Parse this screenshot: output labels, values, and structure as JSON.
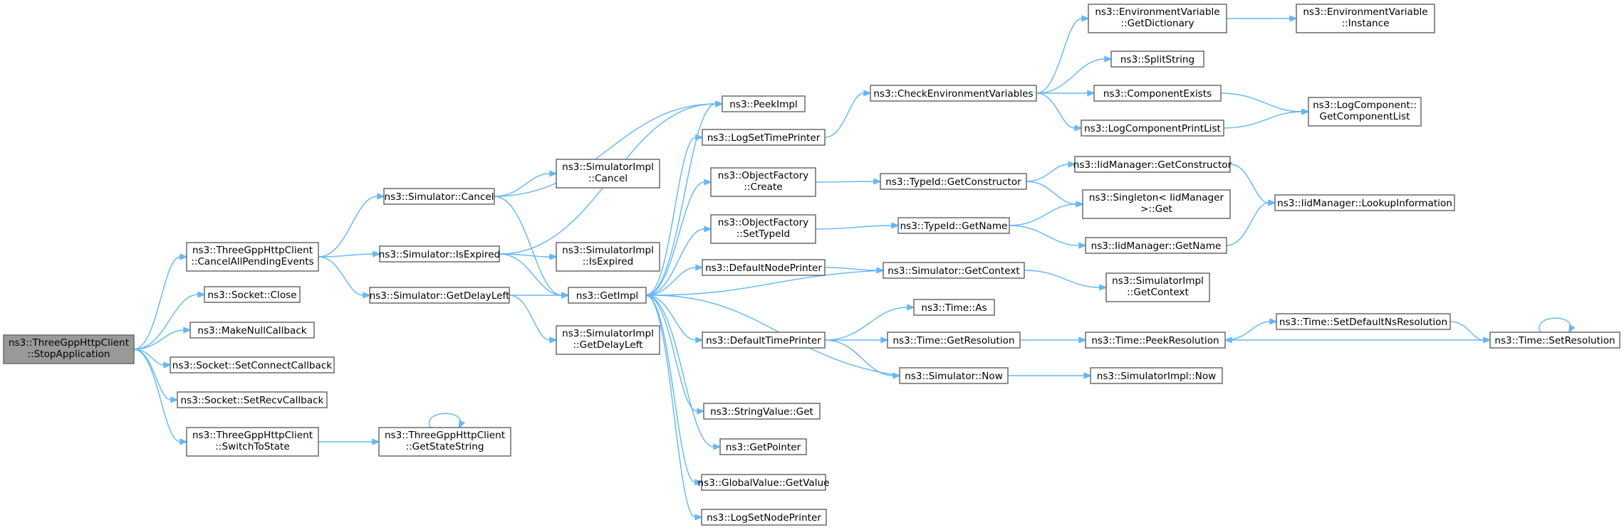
{
  "graph": {
    "nodes": [
      {
        "id": "stop",
        "lines": [
          "ns3::ThreeGppHttpClient",
          "::StopApplication"
        ],
        "root": true
      },
      {
        "id": "cancelall",
        "lines": [
          "ns3::ThreeGppHttpClient",
          "::CancelAllPendingEvents"
        ]
      },
      {
        "id": "sockclose",
        "lines": [
          "ns3::Socket::Close"
        ]
      },
      {
        "id": "makenull",
        "lines": [
          "ns3::MakeNullCallback"
        ]
      },
      {
        "id": "setconn",
        "lines": [
          "ns3::Socket::SetConnectCallback"
        ]
      },
      {
        "id": "setrecv",
        "lines": [
          "ns3::Socket::SetRecvCallback"
        ]
      },
      {
        "id": "switchstate",
        "lines": [
          "ns3::ThreeGppHttpClient",
          "::SwitchToState"
        ]
      },
      {
        "id": "simcancel",
        "lines": [
          "ns3::Simulator::Cancel"
        ]
      },
      {
        "id": "simexpired",
        "lines": [
          "ns3::Simulator::IsExpired"
        ]
      },
      {
        "id": "simdelay",
        "lines": [
          "ns3::Simulator::GetDelayLeft"
        ]
      },
      {
        "id": "getstatestr",
        "lines": [
          "ns3::ThreeGppHttpClient",
          "::GetStateString"
        ]
      },
      {
        "id": "implcancel",
        "lines": [
          "ns3::SimulatorImpl",
          "::Cancel"
        ]
      },
      {
        "id": "implexpired",
        "lines": [
          "ns3::SimulatorImpl",
          "::IsExpired"
        ]
      },
      {
        "id": "getimpl",
        "lines": [
          "ns3::GetImpl"
        ]
      },
      {
        "id": "impldelay",
        "lines": [
          "ns3::SimulatorImpl",
          "::GetDelayLeft"
        ]
      },
      {
        "id": "peekimpl",
        "lines": [
          "ns3::PeekImpl"
        ]
      },
      {
        "id": "logsettime",
        "lines": [
          "ns3::LogSetTimePrinter"
        ]
      },
      {
        "id": "ofcreate",
        "lines": [
          "ns3::ObjectFactory",
          "::Create"
        ]
      },
      {
        "id": "ofsettype",
        "lines": [
          "ns3::ObjectFactory",
          "::SetTypeId"
        ]
      },
      {
        "id": "defnode",
        "lines": [
          "ns3::DefaultNodePrinter"
        ]
      },
      {
        "id": "deftime",
        "lines": [
          "ns3::DefaultTimePrinter"
        ]
      },
      {
        "id": "strget",
        "lines": [
          "ns3::StringValue::Get"
        ]
      },
      {
        "id": "getptr",
        "lines": [
          "ns3::GetPointer"
        ]
      },
      {
        "id": "gvget",
        "lines": [
          "ns3::GlobalValue::GetValue"
        ]
      },
      {
        "id": "logsetnode",
        "lines": [
          "ns3::LogSetNodePrinter"
        ]
      },
      {
        "id": "checkenv",
        "lines": [
          "ns3::CheckEnvironmentVariables"
        ]
      },
      {
        "id": "getctor",
        "lines": [
          "ns3::TypeId::GetConstructor"
        ]
      },
      {
        "id": "tidname",
        "lines": [
          "ns3::TypeId::GetName"
        ]
      },
      {
        "id": "simctx",
        "lines": [
          "ns3::Simulator::GetContext"
        ]
      },
      {
        "id": "timeas",
        "lines": [
          "ns3::Time::As"
        ]
      },
      {
        "id": "timegetres",
        "lines": [
          "ns3::Time::GetResolution"
        ]
      },
      {
        "id": "simnow",
        "lines": [
          "ns3::Simulator::Now"
        ]
      },
      {
        "id": "envdict",
        "lines": [
          "ns3::EnvironmentVariable",
          "::GetDictionary"
        ]
      },
      {
        "id": "splitstr",
        "lines": [
          "ns3::SplitString"
        ]
      },
      {
        "id": "compexists",
        "lines": [
          "ns3::ComponentExists"
        ]
      },
      {
        "id": "logcompprint",
        "lines": [
          "ns3::LogComponentPrintList"
        ]
      },
      {
        "id": "iidgetctor",
        "lines": [
          "ns3::IidManager::GetConstructor"
        ]
      },
      {
        "id": "singleton",
        "lines": [
          "ns3::Singleton< IidManager",
          ">::Get"
        ]
      },
      {
        "id": "iidgetname",
        "lines": [
          "ns3::IidManager::GetName"
        ]
      },
      {
        "id": "implctx",
        "lines": [
          "ns3::SimulatorImpl",
          "::GetContext"
        ]
      },
      {
        "id": "peekres",
        "lines": [
          "ns3::Time::PeekResolution"
        ]
      },
      {
        "id": "implnow",
        "lines": [
          "ns3::SimulatorImpl::Now"
        ]
      },
      {
        "id": "envinst",
        "lines": [
          "ns3::EnvironmentVariable",
          "::Instance"
        ]
      },
      {
        "id": "logcomplist",
        "lines": [
          "ns3::LogComponent::",
          "GetComponentList"
        ]
      },
      {
        "id": "iidlookup",
        "lines": [
          "ns3::IidManager::LookupInformation"
        ]
      },
      {
        "id": "setdefres",
        "lines": [
          "ns3::Time::SetDefaultNsResolution"
        ]
      },
      {
        "id": "setres",
        "lines": [
          "ns3::Time::SetResolution"
        ]
      }
    ],
    "edges": [
      [
        "stop",
        "cancelall"
      ],
      [
        "stop",
        "sockclose"
      ],
      [
        "stop",
        "makenull"
      ],
      [
        "stop",
        "setconn"
      ],
      [
        "stop",
        "setrecv"
      ],
      [
        "stop",
        "switchstate"
      ],
      [
        "cancelall",
        "simcancel"
      ],
      [
        "cancelall",
        "simexpired"
      ],
      [
        "cancelall",
        "simdelay"
      ],
      [
        "simcancel",
        "getimpl"
      ],
      [
        "simcancel",
        "implcancel"
      ],
      [
        "simcancel",
        "peekimpl"
      ],
      [
        "simexpired",
        "getimpl"
      ],
      [
        "simexpired",
        "implexpired"
      ],
      [
        "simexpired",
        "peekimpl"
      ],
      [
        "simdelay",
        "getimpl"
      ],
      [
        "simdelay",
        "impldelay"
      ],
      [
        "switchstate",
        "getstatestr"
      ],
      [
        "getstatestr",
        "getstatestr"
      ],
      [
        "getimpl",
        "peekimpl"
      ],
      [
        "getimpl",
        "logsettime"
      ],
      [
        "getimpl",
        "ofcreate"
      ],
      [
        "getimpl",
        "ofsettype"
      ],
      [
        "getimpl",
        "defnode"
      ],
      [
        "getimpl",
        "deftime"
      ],
      [
        "getimpl",
        "strget"
      ],
      [
        "getimpl",
        "getptr"
      ],
      [
        "getimpl",
        "gvget"
      ],
      [
        "getimpl",
        "logsetnode"
      ],
      [
        "logsettime",
        "checkenv"
      ],
      [
        "checkenv",
        "envdict"
      ],
      [
        "checkenv",
        "splitstr"
      ],
      [
        "checkenv",
        "compexists"
      ],
      [
        "checkenv",
        "logcompprint"
      ],
      [
        "envdict",
        "envinst"
      ],
      [
        "compexists",
        "logcomplist"
      ],
      [
        "logcompprint",
        "logcomplist"
      ],
      [
        "ofcreate",
        "getctor"
      ],
      [
        "getctor",
        "iidgetctor"
      ],
      [
        "getctor",
        "singleton"
      ],
      [
        "iidgetctor",
        "iidlookup"
      ],
      [
        "ofsettype",
        "tidname"
      ],
      [
        "tidname",
        "singleton"
      ],
      [
        "tidname",
        "iidgetname"
      ],
      [
        "iidgetname",
        "iidlookup"
      ],
      [
        "defnode",
        "simctx"
      ],
      [
        "simctx",
        "getimpl"
      ],
      [
        "simctx",
        "implctx"
      ],
      [
        "deftime",
        "timeas"
      ],
      [
        "deftime",
        "timegetres"
      ],
      [
        "deftime",
        "simnow"
      ],
      [
        "timegetres",
        "peekres"
      ],
      [
        "peekres",
        "setdefres"
      ],
      [
        "setdefres",
        "setres"
      ],
      [
        "setres",
        "peekres"
      ],
      [
        "setres",
        "setres"
      ],
      [
        "simnow",
        "getimpl"
      ],
      [
        "simnow",
        "implnow"
      ]
    ]
  }
}
